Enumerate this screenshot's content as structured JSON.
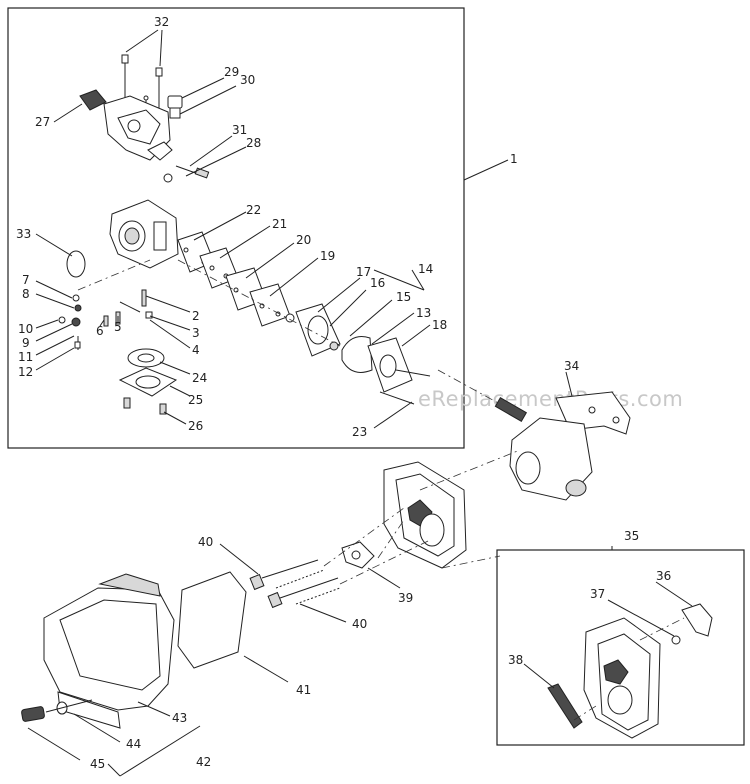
{
  "watermark": "eReplacementParts.com",
  "callouts": {
    "c1": "1",
    "c2": "2",
    "c3": "3",
    "c4": "4",
    "c5": "5",
    "c6": "6",
    "c7": "7",
    "c8": "8",
    "c9": "9",
    "c10": "10",
    "c11": "11",
    "c12": "12",
    "c13": "13",
    "c14": "14",
    "c15": "15",
    "c16": "16",
    "c17": "17",
    "c18": "18",
    "c19": "19",
    "c20": "20",
    "c21": "21",
    "c22": "22",
    "c23": "23",
    "c24": "24",
    "c25": "25",
    "c26": "26",
    "c27": "27",
    "c28": "28",
    "c29": "29",
    "c30": "30",
    "c31": "31",
    "c32": "32",
    "c33": "33",
    "c34": "34",
    "c35": "35",
    "c36": "36",
    "c37": "37",
    "c38": "38",
    "c39": "39",
    "c40a": "40",
    "c40b": "40",
    "c41": "41",
    "c42": "42",
    "c43": "43",
    "c44": "44",
    "c45": "45"
  }
}
